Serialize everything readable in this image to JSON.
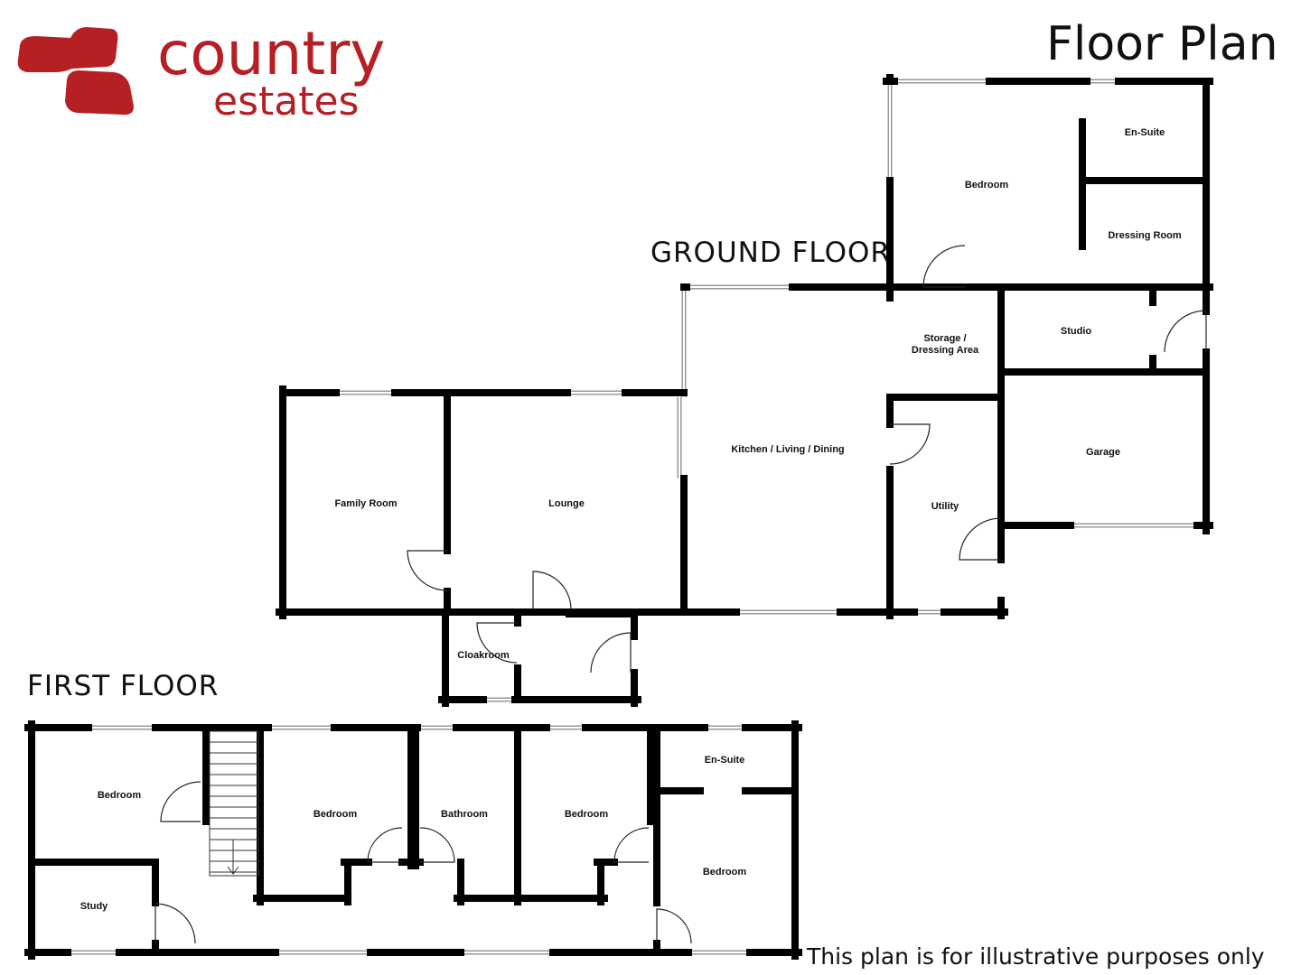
{
  "brand": {
    "name_line1": "country",
    "name_line2": "estates",
    "color": "#b61f24"
  },
  "title": "Floor Plan",
  "disclaimer": "This plan is for illustrative purposes only",
  "ground_floor": {
    "label": "GROUND FLOOR",
    "rooms": [
      "Family Room",
      "Lounge",
      "Kitchen / Living / Dining",
      "Storage /",
      "Dressing Area",
      "Utility",
      "Studio",
      "Garage",
      "Bedroom",
      "En-Suite",
      "Dressing Room",
      "Cloakroom"
    ]
  },
  "first_floor": {
    "label": "FIRST FLOOR",
    "rooms": [
      "Bedroom",
      "Study",
      "Bedroom",
      "Bathroom",
      "Bedroom",
      "En-Suite",
      "Bedroom"
    ]
  }
}
